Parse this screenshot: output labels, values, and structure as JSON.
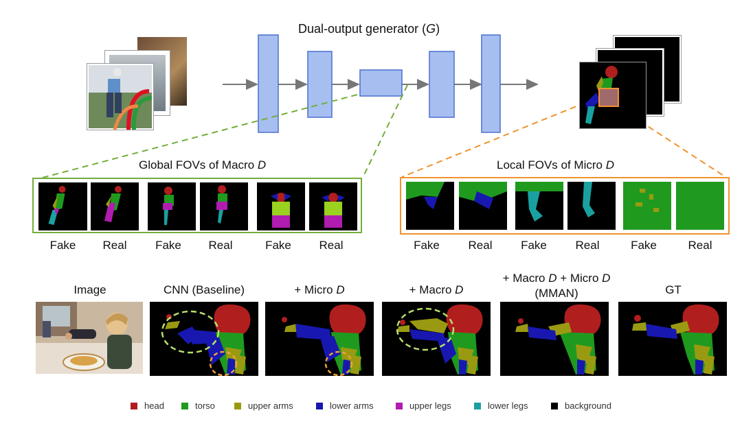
{
  "generator": {
    "title_pre": "Dual-output generator (",
    "title_var": "G",
    "title_post": ")"
  },
  "macro_panel": {
    "title_pre": "Global FOVs of Macro ",
    "title_var": "D",
    "labels": [
      "Fake",
      "Real",
      "Fake",
      "Real",
      "Fake",
      "Real"
    ]
  },
  "micro_panel": {
    "title_pre": "Local FOVs of Micro ",
    "title_var": "D",
    "labels": [
      "Fake",
      "Real",
      "Fake",
      "Real",
      "Fake",
      "Real"
    ]
  },
  "results": {
    "image": "Image",
    "cnn": "CNN (Baseline)",
    "micro_pre": "+ Micro ",
    "micro_var": "D",
    "macro_pre": "+ Macro ",
    "macro_var": "D",
    "mman_1": "+ Macro ",
    "mman_d1": "D",
    "mman_2": " + Micro ",
    "mman_d2": "D",
    "mman_3": "(MMAN)",
    "gt": "GT"
  },
  "legend": [
    {
      "label": "head",
      "color": "#b01e1e"
    },
    {
      "label": "torso",
      "color": "#1f9a1f"
    },
    {
      "label": "upper arms",
      "color": "#9a9a12"
    },
    {
      "label": "lower arms",
      "color": "#1818b0"
    },
    {
      "label": "upper legs",
      "color": "#b01cb0"
    },
    {
      "label": "lower legs",
      "color": "#1aa0a0"
    },
    {
      "label": "background",
      "color": "#000000"
    }
  ],
  "colors": {
    "macro_border": "#72ad3a",
    "micro_border": "#f0922f",
    "generator_block": "#a7bff0",
    "generator_border": "#4a6fcf",
    "arrow": "#777777"
  }
}
